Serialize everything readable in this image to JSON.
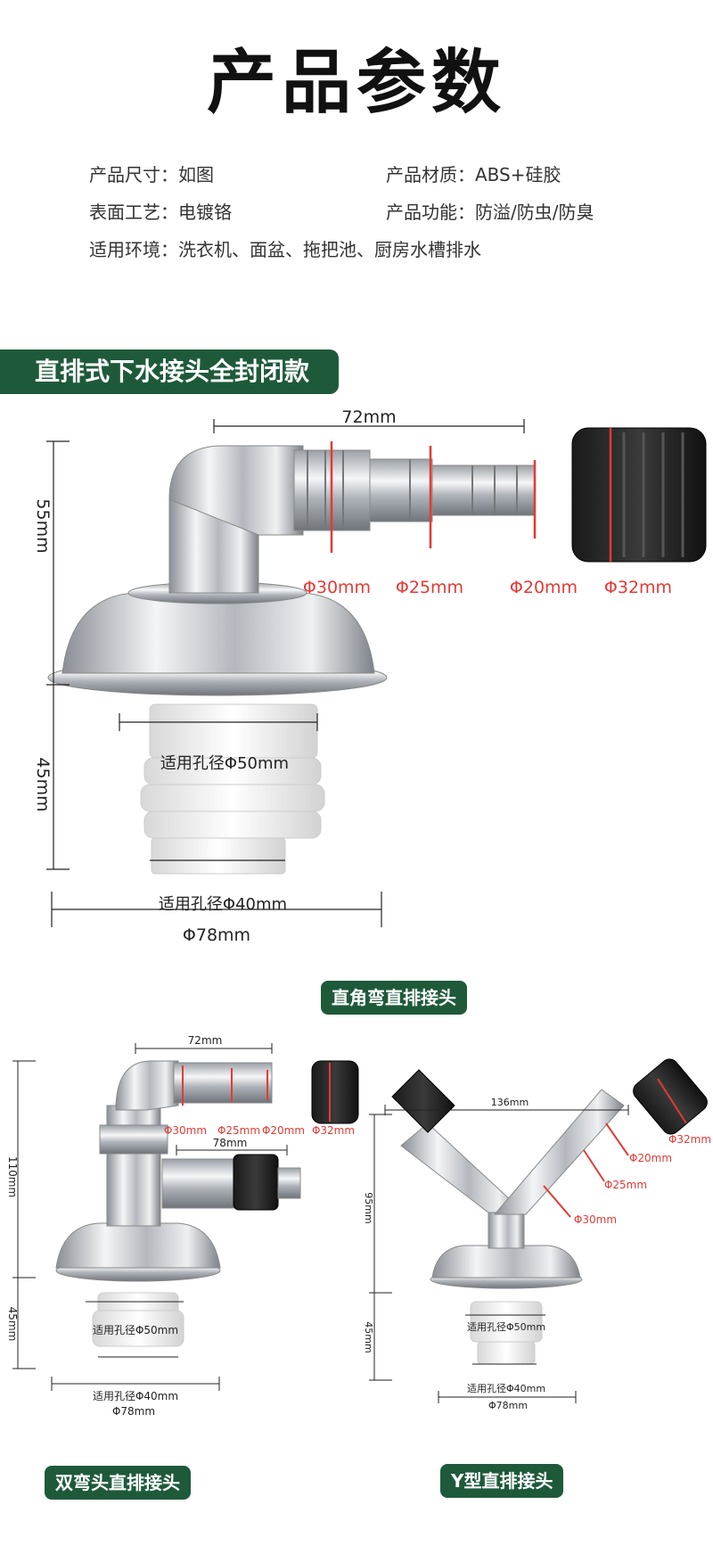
{
  "title": "产品参数",
  "params": {
    "size": "产品尺寸：如图",
    "material": "产品材质：ABS+硅胶",
    "surface": "表面工艺：电镀铬",
    "function": "产品功能：防溢/防虫/防臭",
    "usage": "适用环境：洗衣机、面盆、拖把池、厨房水槽排水"
  },
  "section_badge": "直排式下水接头全封闭款",
  "main_product": {
    "name": "直角弯直排接头",
    "dims": {
      "width": "72mm",
      "height_top": "55mm",
      "height_bottom": "45mm",
      "d30": "Φ30mm",
      "d25": "Φ25mm",
      "d20": "Φ20mm",
      "d32": "Φ32mm",
      "hole50": "适用孔径Φ50mm",
      "hole40": "适用孔径Φ40mm",
      "base": "Φ78mm"
    }
  },
  "double_product": {
    "name": "双弯头直排接头",
    "dims": {
      "width_top": "72mm",
      "width_mid": "78mm",
      "height_top": "110mm",
      "height_bottom": "45mm",
      "d30": "Φ30mm",
      "d25": "Φ25mm",
      "d20": "Φ20mm",
      "d32": "Φ32mm",
      "hole50": "适用孔径Φ50mm",
      "hole40": "适用孔径Φ40mm",
      "base": "Φ78mm"
    }
  },
  "y_product": {
    "name": "Y型直排接头",
    "dims": {
      "width": "136mm",
      "height_top": "95mm",
      "height_bottom": "45mm",
      "d32": "Φ32mm",
      "d20": "Φ20mm",
      "d25": "Φ25mm",
      "d30": "Φ30mm",
      "hole50": "适用孔径Φ50mm",
      "hole40": "适用孔径Φ40mm",
      "base": "Φ78mm"
    }
  },
  "colors": {
    "badge": "#1e5a3a",
    "dimension_red": "#e53935",
    "chrome": "#c9ccd1"
  }
}
